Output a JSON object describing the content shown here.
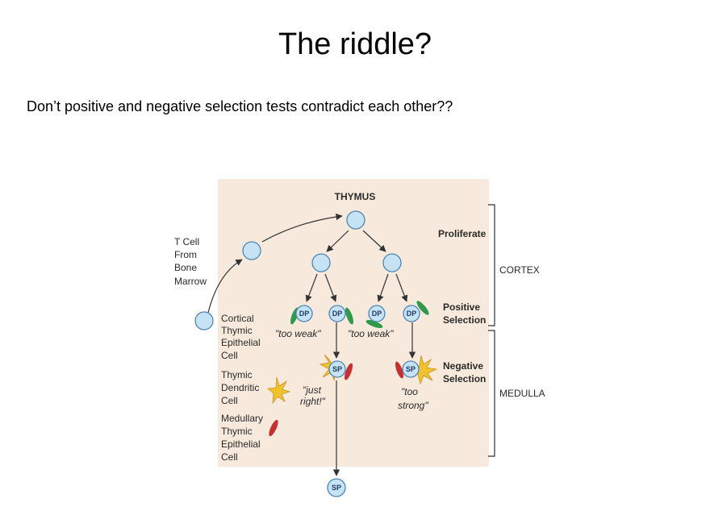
{
  "slide": {
    "title": "The riddle?",
    "question": "Don’t positive and negative selection tests contradict each other??"
  },
  "diagram": {
    "thymus_label": "THYMUS",
    "t_cell_source": [
      "T Cell",
      "From",
      "Bone",
      "Marrow"
    ],
    "stages": {
      "proliferate": "Proliferate",
      "positive": [
        "Positive",
        "Selection"
      ],
      "negative": [
        "Negative",
        "Selection"
      ]
    },
    "regions": {
      "cortex": "CORTEX",
      "medulla": "MEDULLA"
    },
    "cell_types": {
      "cortical": [
        "Cortical",
        "Thymic",
        "Epithelial",
        "Cell"
      ],
      "dendritic": [
        "Thymic",
        "Dendritic",
        "Cell"
      ],
      "medullary": [
        "Medullary",
        "Thymic",
        "Epithelial",
        "Cell"
      ]
    },
    "cell_labels": {
      "dp": "DP",
      "sp": "SP"
    },
    "outcomes": {
      "too_weak": "\"too weak\"",
      "just_right": [
        "\"just",
        "right!\""
      ],
      "too_strong": [
        "\"too",
        "strong\""
      ]
    },
    "colors": {
      "panel_bg": "#f7eadc",
      "cell_fill": "#c6e3f5",
      "cell_stroke": "#4c86b5",
      "cortical_epithelial": "#2e9a4a",
      "dendritic": "#f2c12e",
      "medullary_epithelial": "#c7302f"
    }
  }
}
